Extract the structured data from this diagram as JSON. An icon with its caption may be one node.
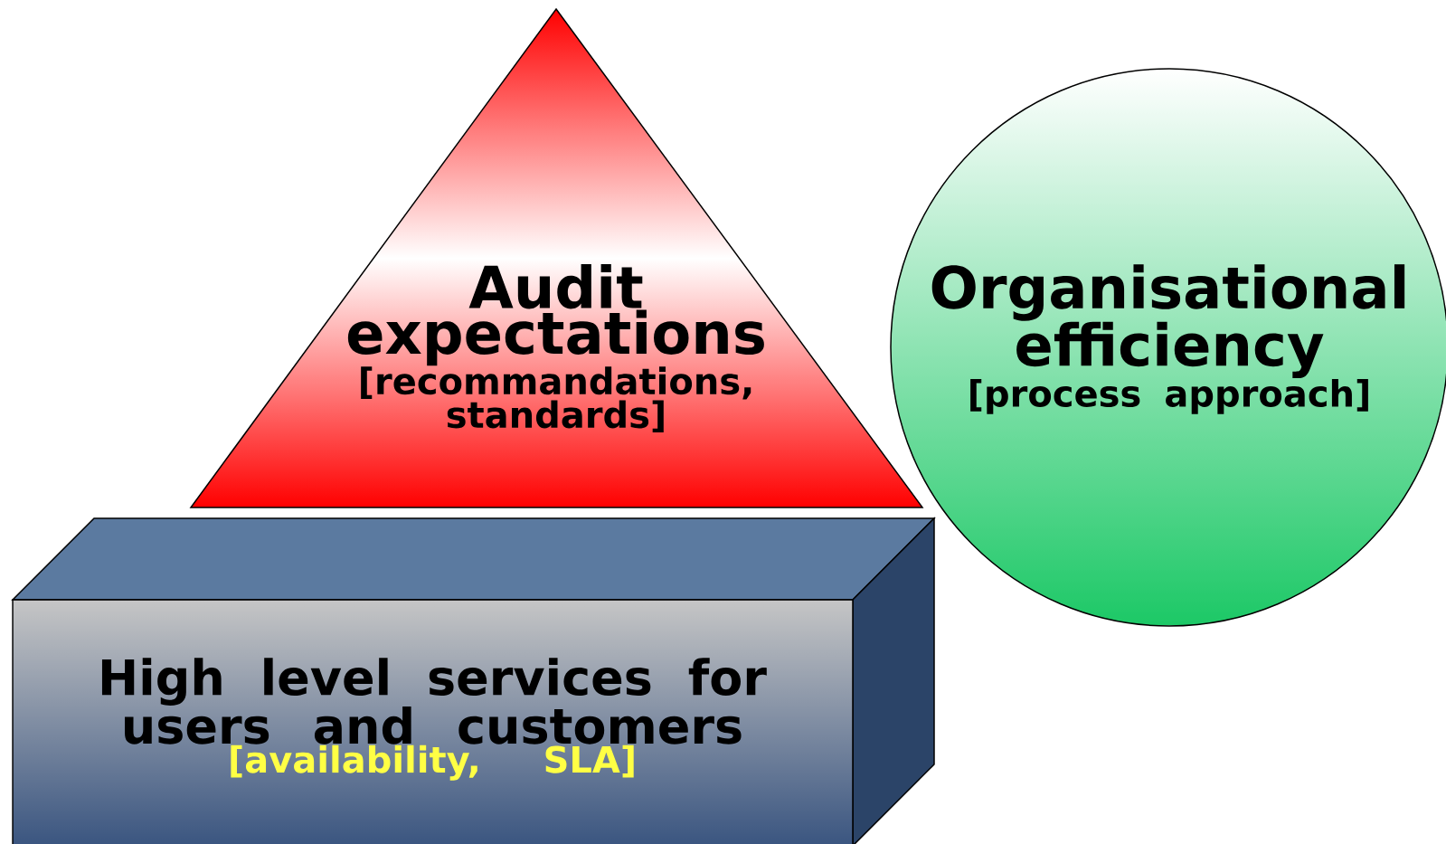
{
  "diagram": {
    "nodes": [
      {
        "text": [
          "Audit expectations",
          "[recommandations, standards]"
        ]
      },
      {
        "text": [
          "Organisational efficiency",
          "[process approach]"
        ]
      },
      {
        "text": [
          "High level services for users and customers",
          "[availability, SLA]"
        ]
      }
    ]
  }
}
